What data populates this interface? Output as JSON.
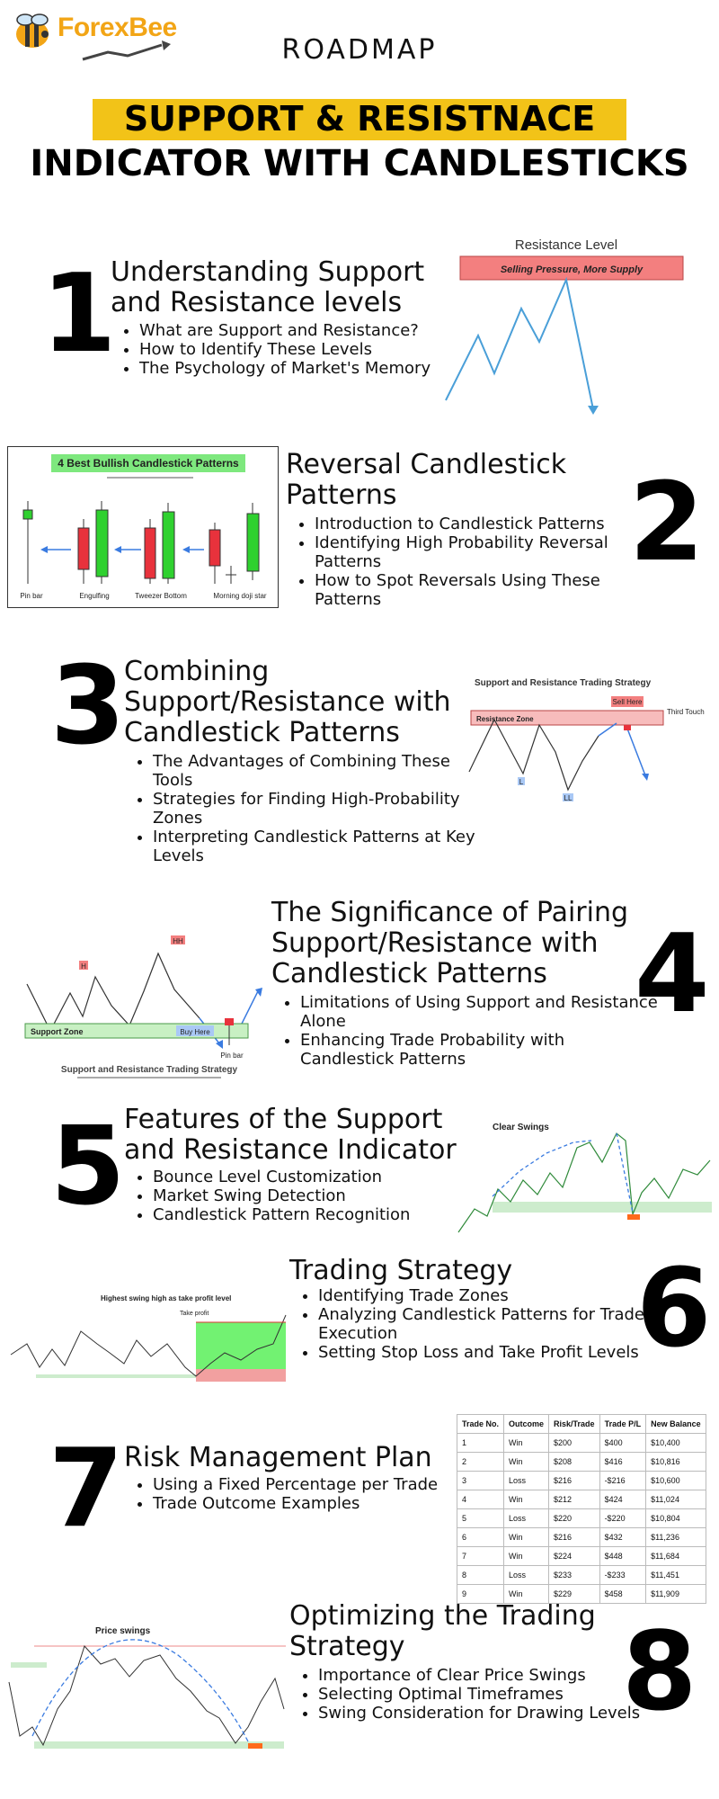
{
  "brand": {
    "name": "ForexBee",
    "primary_color": "#f2a516",
    "icon": "bee-logo-icon"
  },
  "header": {
    "subtitle": "ROADMAP",
    "title_line1": "SUPPORT & RESISTNACE",
    "title_line2": "INDICATOR WITH CANDLESTICKS",
    "highlight_color": "#f2c318"
  },
  "sections": [
    {
      "number": "1",
      "title": "Understanding Support and Resistance levels",
      "points": [
        "What are Support and Resistance?",
        "How to Identify These Levels",
        "The Psychology of Market's Memory"
      ],
      "figure": {
        "heading": "Resistance Level",
        "box_label": "Selling Pressure, More Supply"
      }
    },
    {
      "number": "2",
      "title": "Reversal Candlestick Patterns",
      "points": [
        "Introduction to Candlestick Patterns",
        "Identifying High Probability Reversal Patterns",
        "How to Spot Reversals Using These Patterns"
      ],
      "figure": {
        "heading": "4 Best Bullish Candlestick Patterns",
        "labels": [
          "Pin bar",
          "Engulfing",
          "Tweezer Bottom",
          "Morning doji star"
        ]
      }
    },
    {
      "number": "3",
      "title": "Combining Support/Resistance with Candlestick Patterns",
      "points": [
        "The Advantages of Combining These Tools",
        "Strategies for Finding High-Probability Zones",
        "Interpreting Candlestick Patterns at Key Levels"
      ],
      "figure": {
        "heading": "Support and Resistance Trading Strategy",
        "zone": "Resistance Zone",
        "sell": "Sell Here",
        "touch": "Third Touch",
        "l1": "L",
        "l2": "LL"
      }
    },
    {
      "number": "4",
      "title": "The Significance of Pairing Support/Resistance with Candlestick Patterns",
      "points": [
        "Limitations of Using Support and Resistance Alone",
        "Enhancing Trade Probability with Candlestick Patterns"
      ],
      "figure": {
        "h1": "H",
        "h2": "HH",
        "zone": "Support Zone",
        "buy": "Buy Here",
        "pin": "Pin bar",
        "caption": "Support and Resistance Trading Strategy"
      }
    },
    {
      "number": "5",
      "title": "Features of the Support and Resistance Indicator",
      "points": [
        "Bounce Level Customization",
        "Market Swing Detection",
        "Candlestick Pattern Recognition"
      ],
      "figure": {
        "heading": "Clear Swings"
      }
    },
    {
      "number": "6",
      "title": "Trading Strategy",
      "points": [
        "Identifying Trade Zones",
        "Analyzing Candlestick Patterns for Trade Execution",
        "Setting Stop Loss and Take Profit Levels"
      ],
      "figure": {
        "heading": "Highest swing high as take profit level",
        "tp": "Take profit"
      }
    },
    {
      "number": "7",
      "title": "Risk Management Plan",
      "points": [
        "Using a Fixed Percentage per Trade",
        "Trade Outcome Examples"
      ]
    },
    {
      "number": "8",
      "title": "Optimizing the Trading Strategy",
      "points": [
        "Importance of Clear Price Swings",
        "Selecting Optimal Timeframes",
        "Swing Consideration for Drawing Levels"
      ],
      "figure": {
        "heading": "Price swings"
      }
    }
  ],
  "risk_table": {
    "headers": [
      "Trade No.",
      "Outcome",
      "Risk/Trade",
      "Trade P/L",
      "New Balance"
    ],
    "rows": [
      [
        "1",
        "Win",
        "$200",
        "$400",
        "$10,400"
      ],
      [
        "2",
        "Win",
        "$208",
        "$416",
        "$10,816"
      ],
      [
        "3",
        "Loss",
        "$216",
        "-$216",
        "$10,600"
      ],
      [
        "4",
        "Win",
        "$212",
        "$424",
        "$11,024"
      ],
      [
        "5",
        "Loss",
        "$220",
        "-$220",
        "$10,804"
      ],
      [
        "6",
        "Win",
        "$216",
        "$432",
        "$11,236"
      ],
      [
        "7",
        "Win",
        "$224",
        "$448",
        "$11,684"
      ],
      [
        "8",
        "Loss",
        "$233",
        "-$233",
        "$11,451"
      ],
      [
        "9",
        "Win",
        "$229",
        "$458",
        "$11,909"
      ]
    ]
  }
}
